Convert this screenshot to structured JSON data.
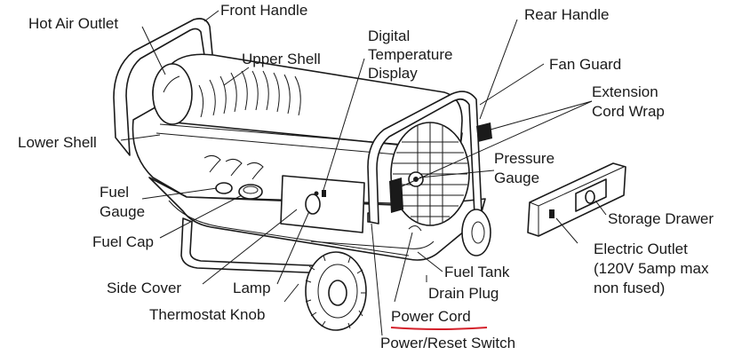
{
  "labels": {
    "hot_air_outlet": "Hot Air Outlet",
    "front_handle": "Front Handle",
    "upper_shell": "Upper Shell",
    "digital_temp_1": "Digital",
    "digital_temp_2": "Temperature",
    "digital_temp_3": "Display",
    "rear_handle": "Rear Handle",
    "fan_guard": "Fan Guard",
    "extension_cord_1": "Extension",
    "extension_cord_2": "Cord Wrap",
    "lower_shell": "Lower Shell",
    "pressure_gauge_1": "Pressure",
    "pressure_gauge_2": "Gauge",
    "fuel_gauge_1": "Fuel",
    "fuel_gauge_2": "Gauge",
    "fuel_cap": "Fuel Cap",
    "storage_drawer": "Storage Drawer",
    "electric_outlet_1": "Electric Outlet",
    "electric_outlet_2": "(120V 5amp max",
    "electric_outlet_3": "non fused)",
    "fuel_tank": "Fuel Tank",
    "drain_plug": "Drain Plug",
    "side_cover": "Side Cover",
    "lamp": "Lamp",
    "thermostat_knob": "Thermostat Knob",
    "power_cord": "Power Cord",
    "power_reset_switch": "Power/Reset Switch"
  },
  "colors": {
    "ink": "#1a1a1a",
    "highlight": "#d4202a"
  }
}
